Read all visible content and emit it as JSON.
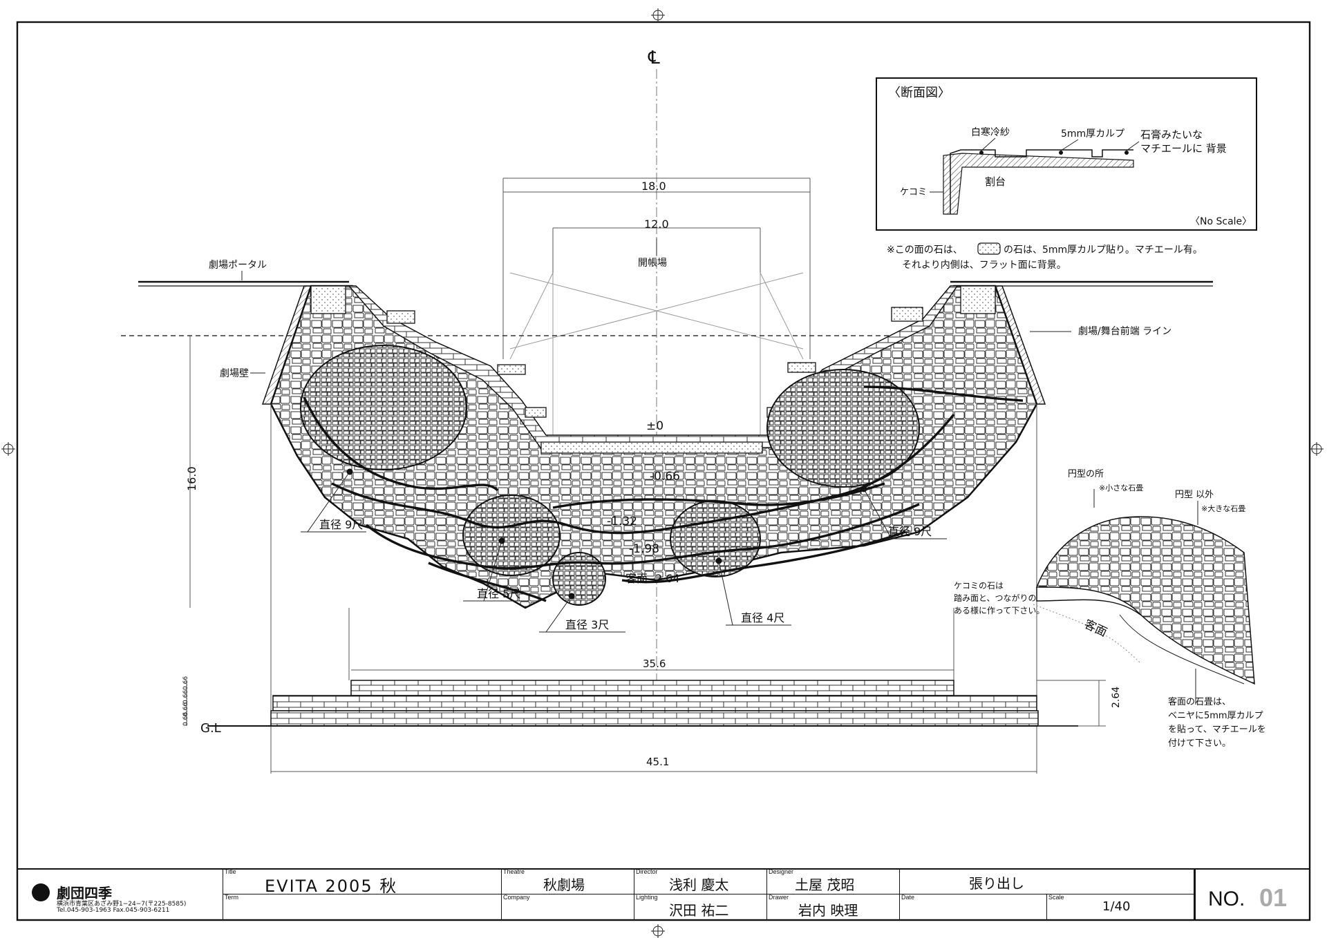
{
  "drawing": {
    "centerline": "℄",
    "dim_18": "18.0",
    "dim_12": "12.0",
    "curtain_line_label": "開帳場",
    "proscenium_label": "劇場ポータル",
    "theatre_wall_label": "劇場壁",
    "front_line_label": "劇場/舞台前端 ライン",
    "height_dim": "16.0",
    "level_zero": "±0",
    "level_066": "-0.66",
    "level_132": "-1.32",
    "level_198": "-1.98",
    "level_264": "客面 -2.64",
    "dia_9_left": "直径 9尺",
    "dia_9_right": "直径 9尺",
    "dia_5": "直径 5尺",
    "dia_3": "直径 3尺",
    "dia_4": "直径 4尺",
    "note_line1": "※この面の石は、",
    "note_line1b": "の石は、5mm厚カルプ貼り。マチエール有。",
    "note_line2": "それより内側は、フラット面に背景。",
    "elev_dim_top": "35.6",
    "elev_dim_bottom": "45.1",
    "elev_height": "2.64",
    "elev_step_labels": [
      "0.66",
      "0.66",
      "0.66",
      "0.66"
    ],
    "gl_label": "G.L"
  },
  "section_box": {
    "title": "〈断面図〉",
    "label_white": "白寒冷紗",
    "label_calp": "5mm厚カルプ",
    "label_texture_1": "石膏みたいな",
    "label_texture_2": "マチエールに 背景",
    "label_base": "割台",
    "label_kekomi": "ケコミ",
    "no_scale": "〈No Scale〉"
  },
  "detail": {
    "circle_label": "円型の所",
    "circle_sub": "※小さな石畳",
    "other_label": "円型 以外",
    "other_sub": "※大きな石畳",
    "kekomi_note": [
      "ケコミの石は",
      "踏み面と、つながりの",
      "ある様に作って下さい。"
    ],
    "audience_label": "客面",
    "audience_note": [
      "客面の石畳は、",
      "ベニヤに5mm厚カルプ",
      "を貼って、マチエールを",
      "付けて下さい。"
    ]
  },
  "title_block": {
    "company_name": "劇団四季",
    "address": "横浜市青葉区あざみ野1−24−7(〒225-8585)",
    "tel": "Tel.045-903-1963 Fax.045-903-6211",
    "title_label": "Title",
    "title_value": "EVITA 2005 秋",
    "theatre_label": "Theatre",
    "theatre_value": "秋劇場",
    "director_label": "Director",
    "director_value": "浅利 慶太",
    "designer_label": "Designer",
    "designer_value": "土屋 茂昭",
    "item_value": "張り出し",
    "term_label": "Term",
    "company_label": "Company",
    "lighting_label": "Lighting",
    "lighting_value": "沢田 祐二",
    "drawer_label": "Drawer",
    "drawer_value": "岩内 映理",
    "date_label": "Date",
    "scale_label": "Scale",
    "scale_value": "1/40",
    "no_label": "NO.",
    "no_value": "01"
  }
}
